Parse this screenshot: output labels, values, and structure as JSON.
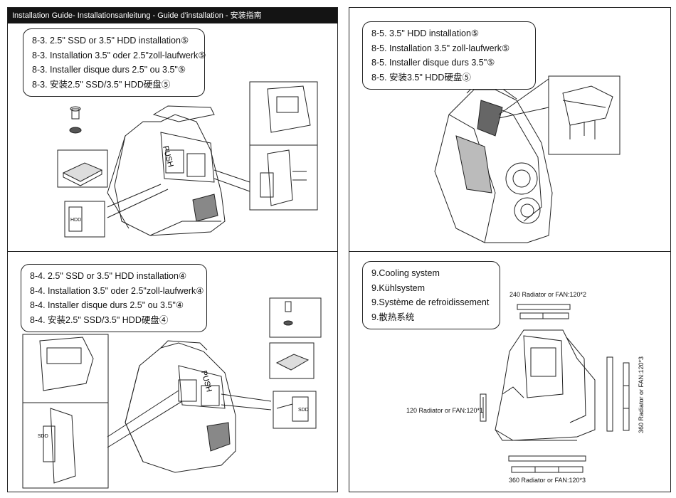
{
  "header": {
    "title": "Installation Guide- Installationsanleitung - Guide d'installation - 安装指南"
  },
  "panel_top_left": {
    "lines": [
      "8-3. 2.5\" SSD or 3.5\" HDD installation⑤",
      "8-3. Installation 3.5\" oder 2.5\"zoll-laufwerk⑤",
      "8-3. Installer disque durs 2.5\" ou 3.5\"⑤",
      "8-3. 安装2.5\" SSD/3.5\" HDD硬盘⑤"
    ],
    "push_label": "PUSH",
    "drive_label": "HDD"
  },
  "panel_top_right": {
    "lines": [
      "8-5. 3.5\" HDD installation⑤",
      "8-5. Installation 3.5\" zoll-laufwerk⑤",
      "8-5. Installer disque durs 3.5\"⑤",
      "8-5. 安装3.5\" HDD硬盘⑤"
    ]
  },
  "panel_bottom_left": {
    "lines": [
      "8-4. 2.5\" SSD or 3.5\" HDD installation④",
      "8-4. Installation 3.5\" oder 2.5\"zoll-laufwerk④",
      "8-4. Installer disque durs 2.5\" ou 3.5\"④",
      "8-4. 安装2.5\" SSD/3.5\" HDD硬盘④"
    ],
    "push_label": "PUSH",
    "drive_label_a": "SDD",
    "drive_label_b": "SDD"
  },
  "panel_bottom_right": {
    "lines": [
      "9.Cooling system",
      "9.Kühlsystem",
      "9.Système de refroidissement",
      "9.散热系统"
    ],
    "captions": {
      "top": "240 Radiator or FAN:120*2",
      "left": "120 Radiator or FAN:120*1",
      "right": "360 Radiator or FAN:120*3",
      "bottom": "360 Radiator or FAN:120*3"
    }
  }
}
